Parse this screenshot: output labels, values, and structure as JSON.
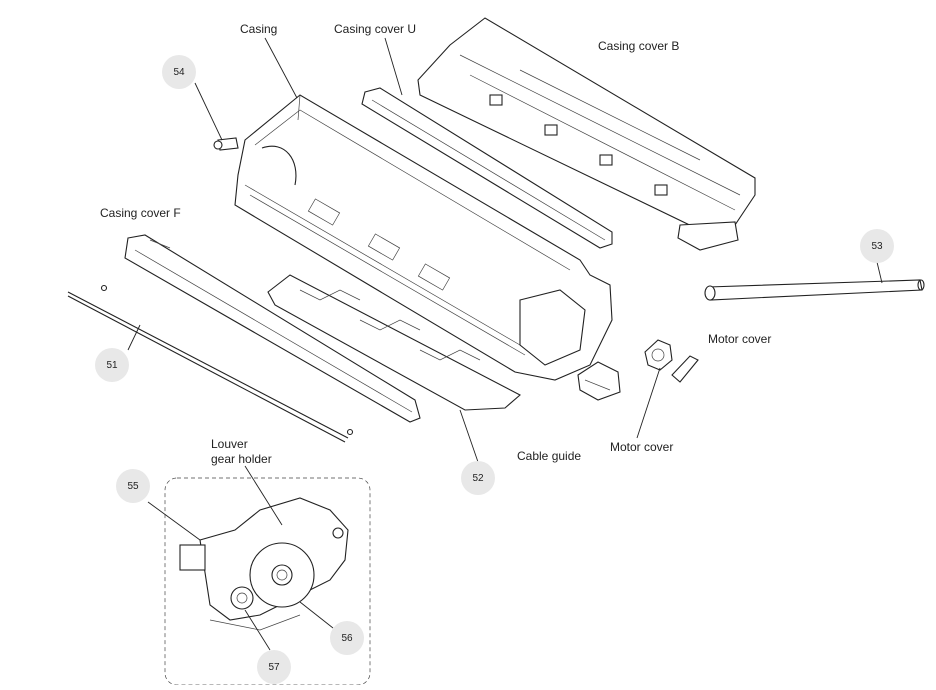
{
  "labels": {
    "casing": "Casing",
    "casing_cover_u": "Casing cover U",
    "casing_cover_b": "Casing cover B",
    "casing_cover_f": "Casing cover F",
    "motor_cover_1": "Motor cover",
    "motor_cover_2": "Motor cover",
    "cable_guide": "Cable guide",
    "louver_line1": "Louver",
    "louver_line2": "gear holder"
  },
  "callouts": {
    "c51": "51",
    "c52": "52",
    "c53": "53",
    "c54": "54",
    "c55": "55",
    "c56": "56",
    "c57": "57"
  },
  "colors": {
    "line": "#222222",
    "callout_fill": "#e8e8e8",
    "background": "#ffffff"
  }
}
